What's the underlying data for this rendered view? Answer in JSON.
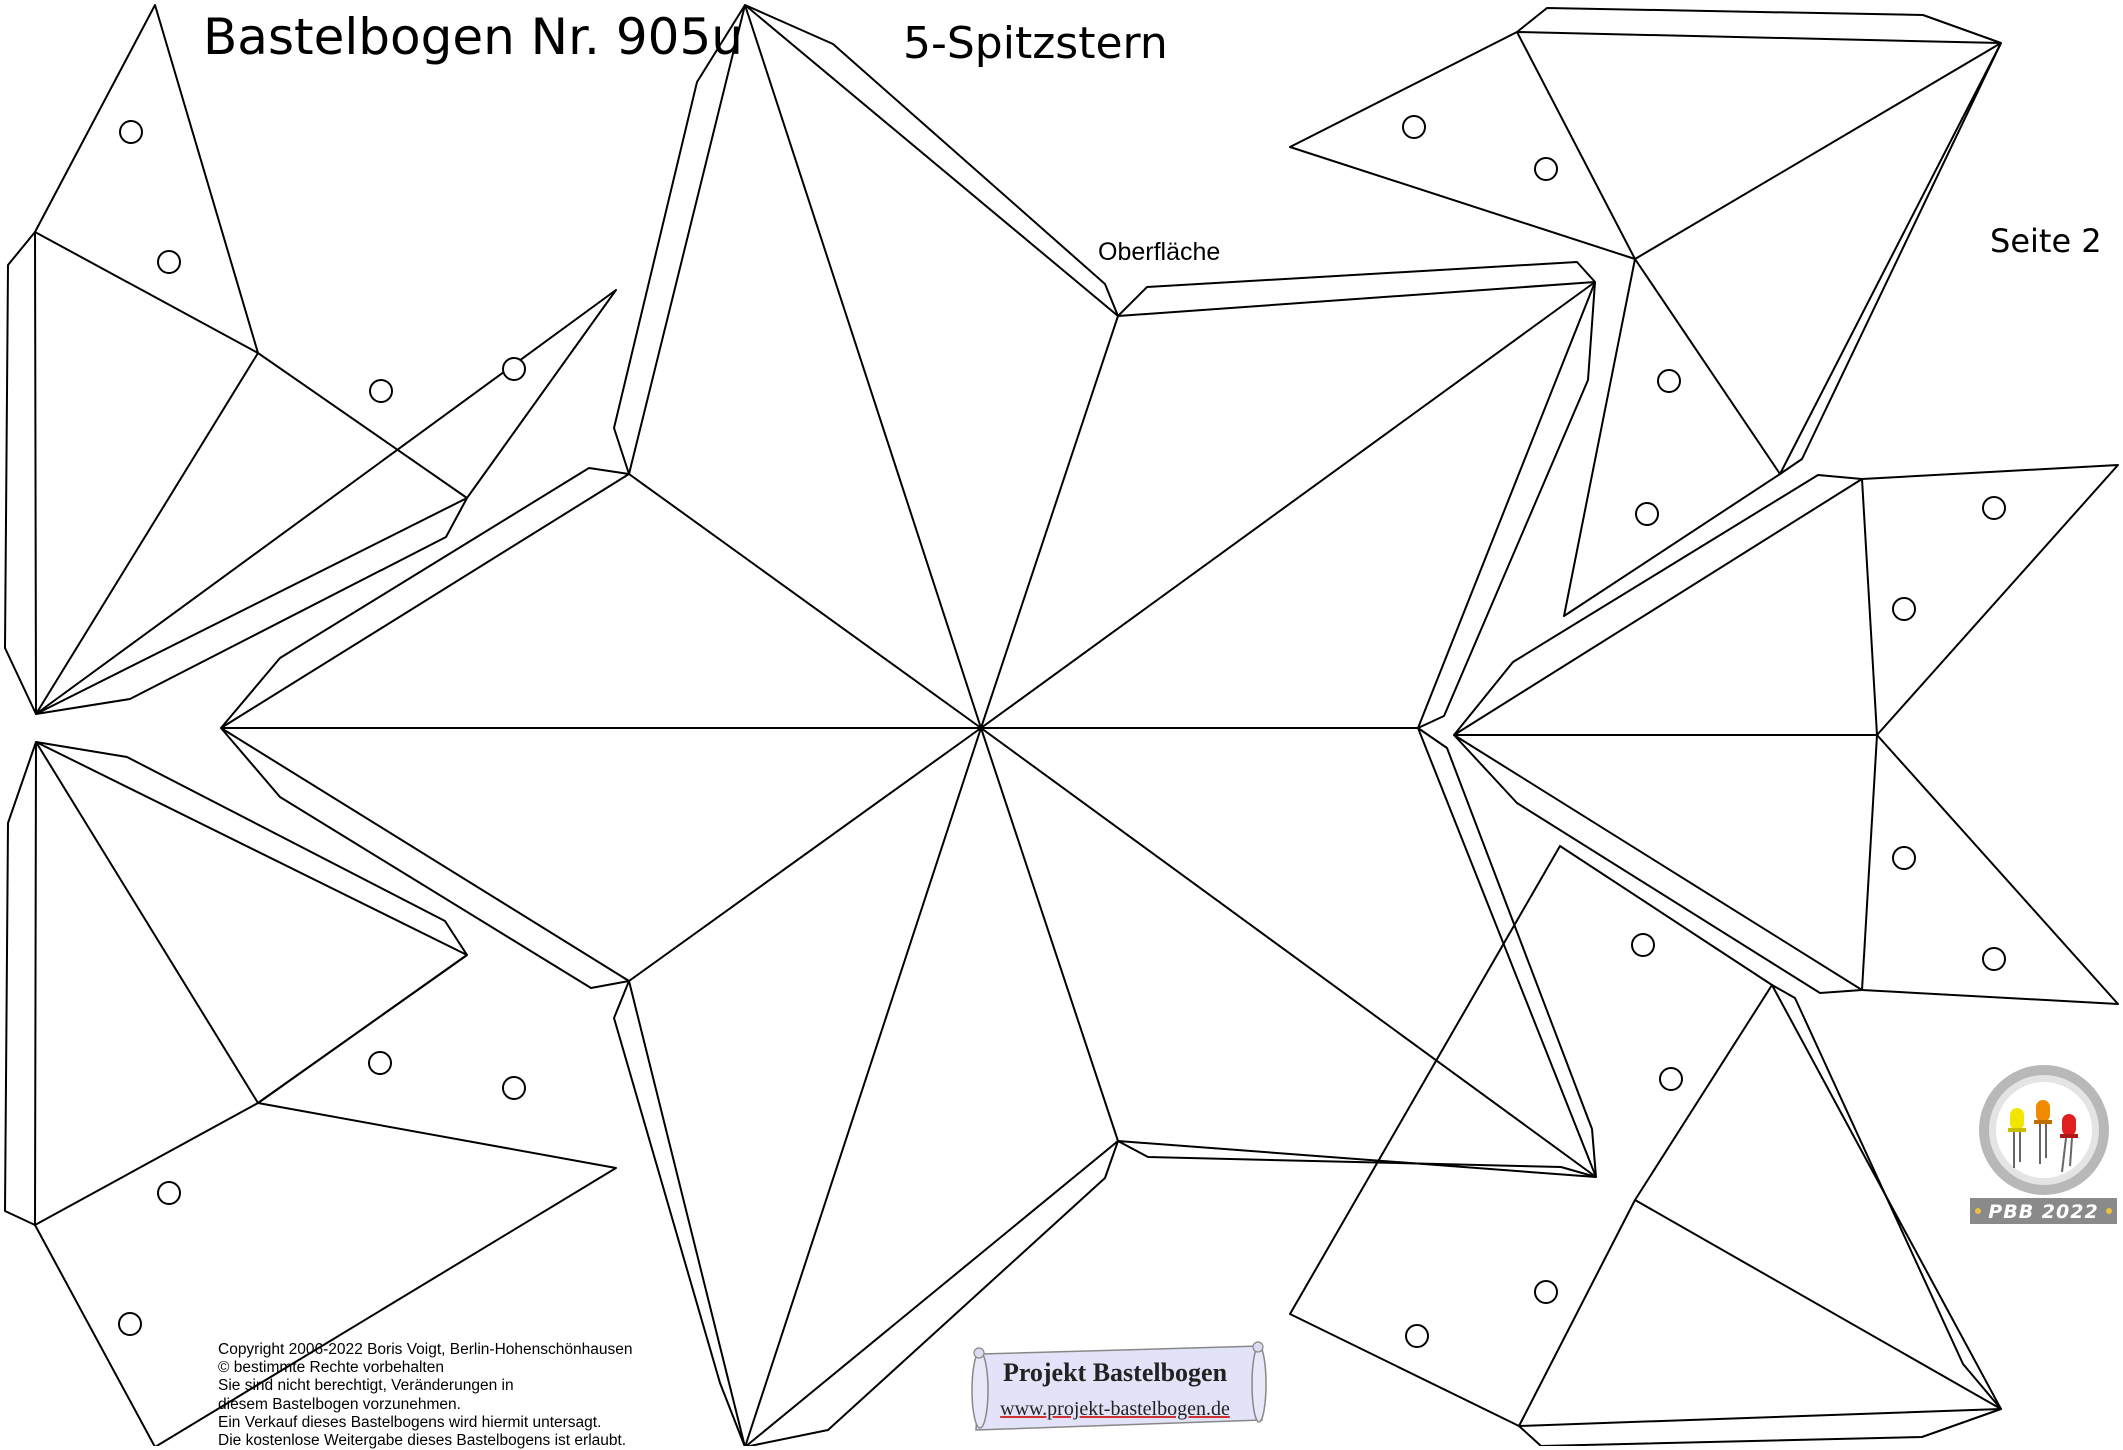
{
  "sheet": {
    "title": "Bastelbogen Nr. 905u",
    "subtitle": "5-Spitzstern",
    "page_label": "Seite 2",
    "surface_label": "Oberfläche"
  },
  "copyright": {
    "lines": [
      "Copyright  2006-2022 Boris Voigt, Berlin-Hohenschönhausen",
      "© bestimmte Rechte vorbehalten",
      "Sie sind nicht berechtigt, Veränderungen in",
      "diesem Bastelbogen vorzunehmen.",
      "Ein Verkauf dieses Bastelbogens wird hiermit untersagt.",
      "Die kostenlose Weitergabe dieses Bastelbogens ist erlaubt."
    ]
  },
  "logo": {
    "name": "Projekt Bastelbogen",
    "url": "www.projekt-bastelbogen.de"
  },
  "badge": {
    "text": "PBB 2022",
    "led_colors": [
      "#f2e600",
      "#f08a00",
      "#e02020"
    ]
  }
}
